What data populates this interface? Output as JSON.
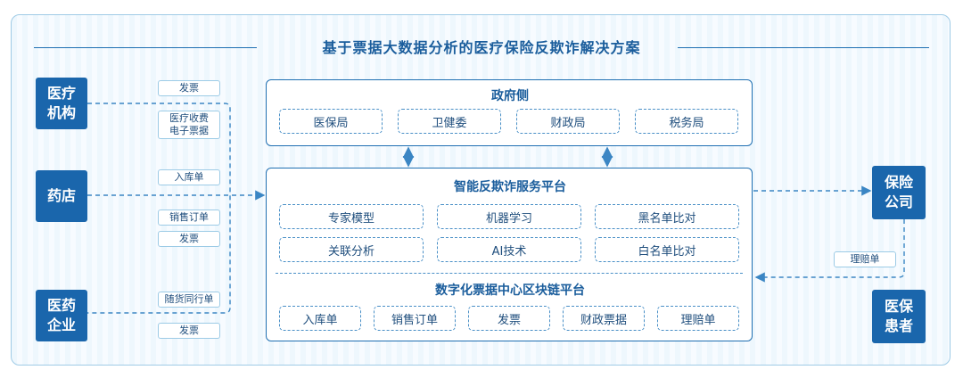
{
  "title": "基于票据大数据分析的医疗保险反欺诈解决方案",
  "entities": {
    "medical_institution": "医疗\n机构",
    "pharmacy": "药店",
    "pharma_company": "医药\n企业",
    "insurance_company": "保险\n公司",
    "insured_patient": "医保\n患者"
  },
  "flow_labels": {
    "invoice_top": "发票",
    "medical_einvoice": "医疗收费\n电子票据",
    "receipt_note_top": "入库单",
    "sales_order": "销售订单",
    "invoice_mid": "发票",
    "delivery_note": "随货同行单",
    "invoice_bottom": "发票",
    "claim_form": "理赔单"
  },
  "government": {
    "title": "政府侧",
    "items": [
      "医保局",
      "卫健委",
      "财政局",
      "税务局"
    ]
  },
  "platform": {
    "title": "智能反欺诈服务平台",
    "items": [
      "专家模型",
      "机器学习",
      "黑名单比对",
      "关联分析",
      "AI技术",
      "白名单比对"
    ]
  },
  "blockchain": {
    "title": "数字化票据中心区块链平台",
    "items": [
      "入库单",
      "销售订单",
      "发票",
      "财政票据",
      "理赔单"
    ]
  },
  "colors": {
    "primary": "#1a66ac",
    "accent": "#1f6fb2",
    "line": "#3b86c4"
  }
}
